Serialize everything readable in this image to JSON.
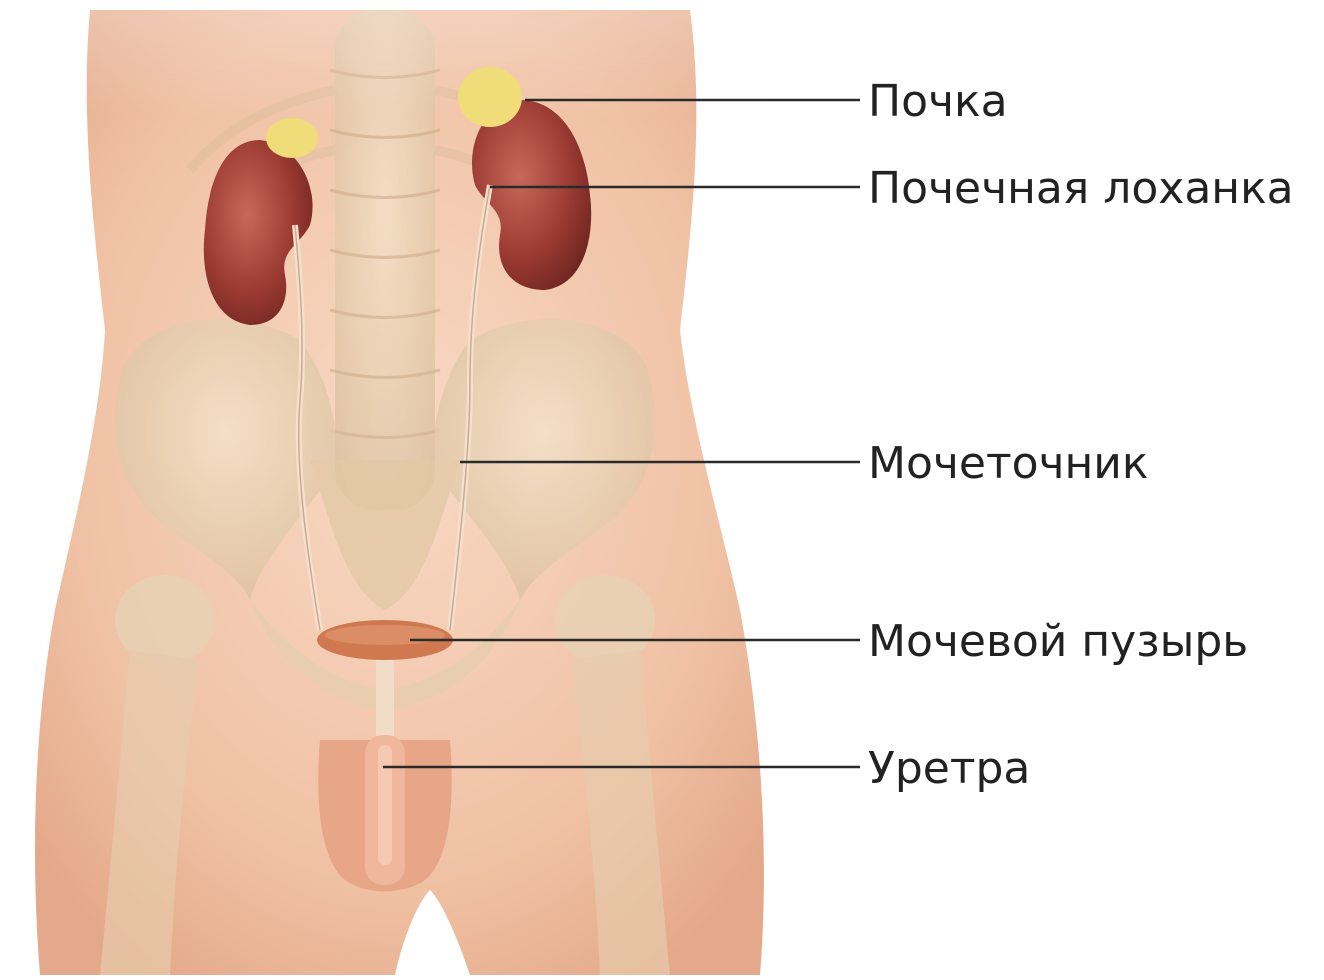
{
  "diagram": {
    "labels": [
      {
        "id": "kidney",
        "text": "Почка"
      },
      {
        "id": "renal-pelvis",
        "text": "Почечная лоханка"
      },
      {
        "id": "ureter",
        "text": "Мочеточник"
      },
      {
        "id": "bladder",
        "text": "Мочевой пузырь"
      },
      {
        "id": "urethra",
        "text": "Уретра"
      }
    ]
  },
  "colors": {
    "skin": "#f2c7ac",
    "bone": "#e8d2b4",
    "kidney": "#9c3b32",
    "adrenal": "#f0dc78",
    "bladder": "#d0784f",
    "leader_line": "#2a2a2a",
    "label_text": "#222222"
  }
}
